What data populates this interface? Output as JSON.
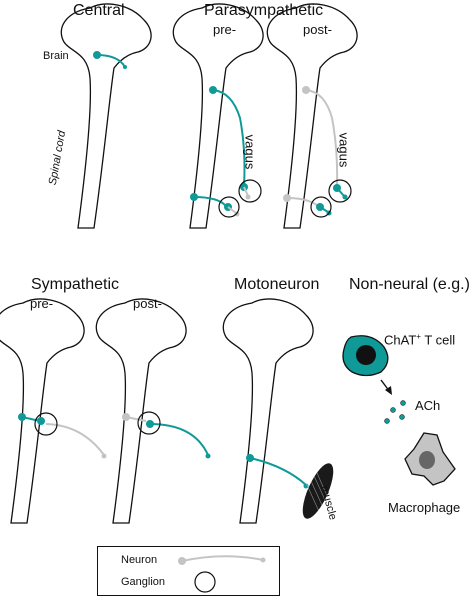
{
  "colors": {
    "teal": "#0f9a98",
    "gray": "#c4c4c4",
    "outline": "#111111",
    "dark": "#1a1a1a"
  },
  "panels": {
    "central": {
      "title": "Central",
      "brain_label": "Brain",
      "cord_label": "Spinal cord"
    },
    "parasympathetic": {
      "title": "Parasympathetic",
      "pre": "pre-",
      "post": "post-",
      "nerve": "vagus"
    },
    "sympathetic": {
      "title": "Sympathetic",
      "pre": "pre-",
      "post": "post-"
    },
    "motoneuron": {
      "title": "Motoneuron",
      "muscle": "muscle"
    },
    "nonneural": {
      "title": "Non-neural (e.g.)",
      "cell_prefix": "ChAT",
      "cell_sup": "+",
      "cell_suffix": " T cell",
      "transmitter": "ACh",
      "target": "Macrophage"
    }
  },
  "legend": {
    "neuron": "Neuron",
    "ganglion": "Ganglion"
  }
}
